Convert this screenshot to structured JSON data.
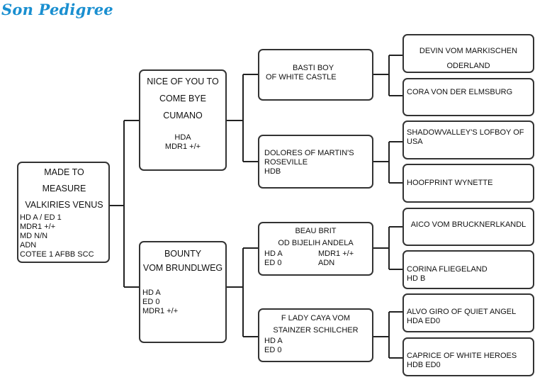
{
  "page_title": "Son Pedigree",
  "subject": {
    "name_lines": [
      "MADE TO",
      "MEASURE",
      "VALKIRIES VENUS"
    ],
    "details": [
      "HD A / ED 1",
      "MDR1 +/+",
      "MD N/N",
      "ADN",
      "COTEE 1 AFBB SCC"
    ]
  },
  "sire": {
    "name_lines": [
      "NICE OF YOU TO",
      "COME BYE",
      "CUMANO"
    ],
    "details": [
      "HDA",
      "MDR1 +/+"
    ]
  },
  "dam": {
    "name_lines": [
      "BOUNTY",
      "VOM BRUNDLWEG"
    ],
    "details": [
      "HD A",
      "ED 0",
      "MDR1 +/+"
    ]
  },
  "sire_sire": {
    "lines": [
      "BASTI BOY",
      "OF WHITE CASTLE"
    ]
  },
  "sire_dam": {
    "lines": [
      "DOLORES OF MARTIN'S",
      "ROSEVILLE",
      "HDB"
    ]
  },
  "dam_sire": {
    "name_lines": [
      "BEAU BRIT",
      "OD BIJELIH ANDELA"
    ],
    "details_left": [
      "HD A",
      "ED 0"
    ],
    "details_right": [
      "MDR1 +/+",
      "ADN"
    ]
  },
  "dam_dam": {
    "name_lines": [
      "F LADY CAYA VOM",
      "STAINZER SCHILCHER"
    ],
    "details": [
      "HD A",
      "ED 0"
    ]
  },
  "great_grandparents": [
    {
      "lines": [
        "DEVIN VOM MARKISCHEN",
        "ODERLAND"
      ]
    },
    {
      "lines": [
        "CORA VON DER ELMSBURG"
      ]
    },
    {
      "lines": [
        "SHADOWVALLEY'S LOFBOY OF",
        "USA"
      ]
    },
    {
      "lines": [
        "HOOFPRINT WYNETTE"
      ]
    },
    {
      "lines": [
        "AICO VOM BRUCKNERLKANDL"
      ]
    },
    {
      "lines": [
        "CORINA FLIEGELAND",
        "HD B"
      ]
    },
    {
      "lines": [
        "ALVO GIRO OF QUIET ANGEL",
        "HDA ED0"
      ]
    },
    {
      "lines": [
        "CAPRICE OF WHITE HEROES",
        "HDB ED0"
      ]
    }
  ]
}
